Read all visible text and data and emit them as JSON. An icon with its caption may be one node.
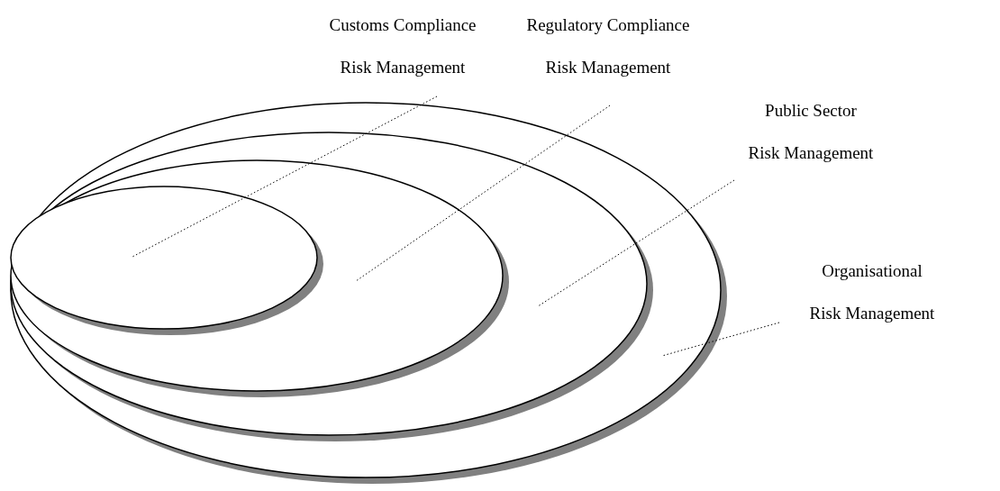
{
  "diagram": {
    "nodes": [
      {
        "text": [],
        "shape": "ellipse"
      },
      {
        "text": [],
        "shape": "ellipse",
        "in": 0
      },
      {
        "text": [],
        "shape": "ellipse",
        "in": 1
      },
      {
        "text": [],
        "shape": "ellipse",
        "in": 2
      },
      {
        "text": [
          "Customs Compliance",
          "Risk Management"
        ]
      },
      {
        "text": [
          "Regulatory Compliance",
          "Risk Management"
        ]
      },
      {
        "text": [
          "Public Sector",
          "Risk Management"
        ]
      },
      {
        "text": [
          "Organisational",
          "Risk Management"
        ]
      }
    ],
    "edges": [
      {
        "from": 4,
        "to": 3,
        "arrow": "none",
        "style": "dashed"
      },
      {
        "from": 5,
        "to": 2,
        "arrow": "none",
        "style": "dashed"
      },
      {
        "from": 6,
        "to": 1,
        "arrow": "none",
        "style": "dashed"
      },
      {
        "from": 7,
        "to": 0,
        "arrow": "none",
        "style": "dashed"
      }
    ]
  }
}
